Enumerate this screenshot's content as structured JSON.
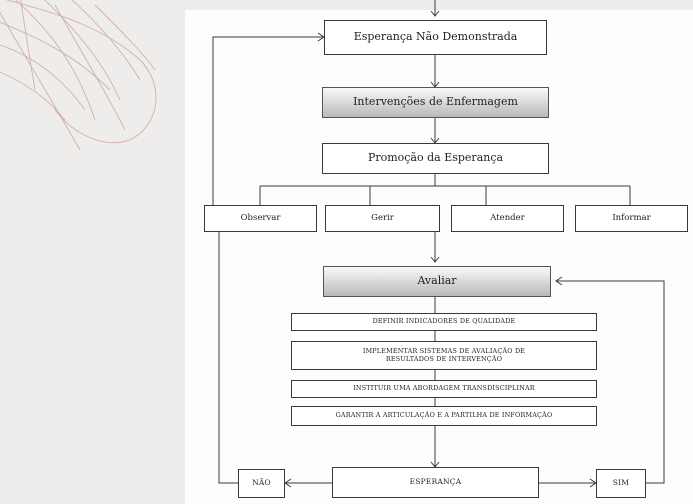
{
  "diagram": {
    "nodes": {
      "esperanca_nao_demonstrada": "Esperança Não Demonstrada",
      "intervencoes": "Intervenções de Enfermagem",
      "promocao": "Promoção da Esperança",
      "observar": "Observar",
      "gerir": "Gerir",
      "atender": "Atender",
      "informar": "Informar",
      "avaliar": "Avaliar",
      "definir": "DEFINIR INDICADORES DE QUALIDADE",
      "implementar": "IMPLEMENTAR SISTEMAS DE AVALIAÇÃO DE RESULTADOS DE INTERVENÇÃO",
      "instituir": "INSTITUIR UMA ABORDAGEM TRANSDISCIPLINAR",
      "garantir": "GARANTIR A ARTICULAÇÃO E A PARTILHA DE INFORMAÇÃO",
      "nao": "NÃO",
      "esperanca": "ESPERANÇA",
      "sim": "SIM"
    },
    "colors": {
      "background": "#efedeb",
      "panel": "#fdfdfc",
      "line": "#3a3a3a",
      "leaf_stroke": "#c9a79c"
    },
    "decoration": "monstera-leaf-outline"
  }
}
